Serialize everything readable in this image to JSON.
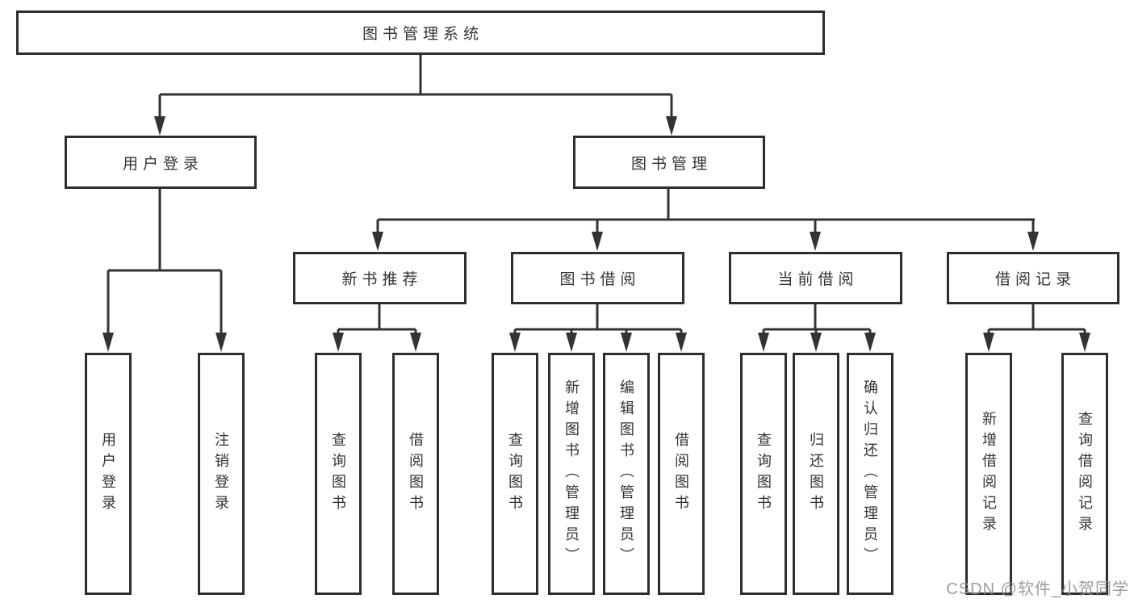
{
  "diagram_title": "图书管理系统",
  "colors": {
    "line": "#333333",
    "box_border": "#2e2e2e",
    "text": "#333333",
    "background": "#ffffff",
    "watermark": "#949494"
  },
  "nodes": {
    "root": {
      "label": "图书管理系统"
    },
    "l2": [
      {
        "label": "用户登录"
      },
      {
        "label": "图书管理"
      }
    ],
    "l3": [
      {
        "label": "新书推荐",
        "parent": "图书管理"
      },
      {
        "label": "图书借阅",
        "parent": "图书管理"
      },
      {
        "label": "当前借阅",
        "parent": "图书管理"
      },
      {
        "label": "借阅记录",
        "parent": "图书管理"
      }
    ],
    "l4": [
      {
        "label": "用户登录",
        "parent": "用户登录"
      },
      {
        "label": "注销登录",
        "parent": "用户登录"
      },
      {
        "label": "查询图书",
        "parent": "新书推荐"
      },
      {
        "label": "借阅图书",
        "parent": "新书推荐"
      },
      {
        "label": "查询图书",
        "parent": "图书借阅"
      },
      {
        "label": "新增图书（管理员）",
        "parent": "图书借阅"
      },
      {
        "label": "编辑图书（管理员）",
        "parent": "图书借阅"
      },
      {
        "label": "借阅图书",
        "parent": "图书借阅"
      },
      {
        "label": "查询图书",
        "parent": "当前借阅"
      },
      {
        "label": "归还图书",
        "parent": "当前借阅"
      },
      {
        "label": "确认归还（管理员）",
        "parent": "当前借阅"
      },
      {
        "label": "新增借阅记录",
        "parent": "借阅记录"
      },
      {
        "label": "查询借阅记录",
        "parent": "借阅记录"
      }
    ]
  },
  "watermark": "CSDN @软件_小贺同学"
}
